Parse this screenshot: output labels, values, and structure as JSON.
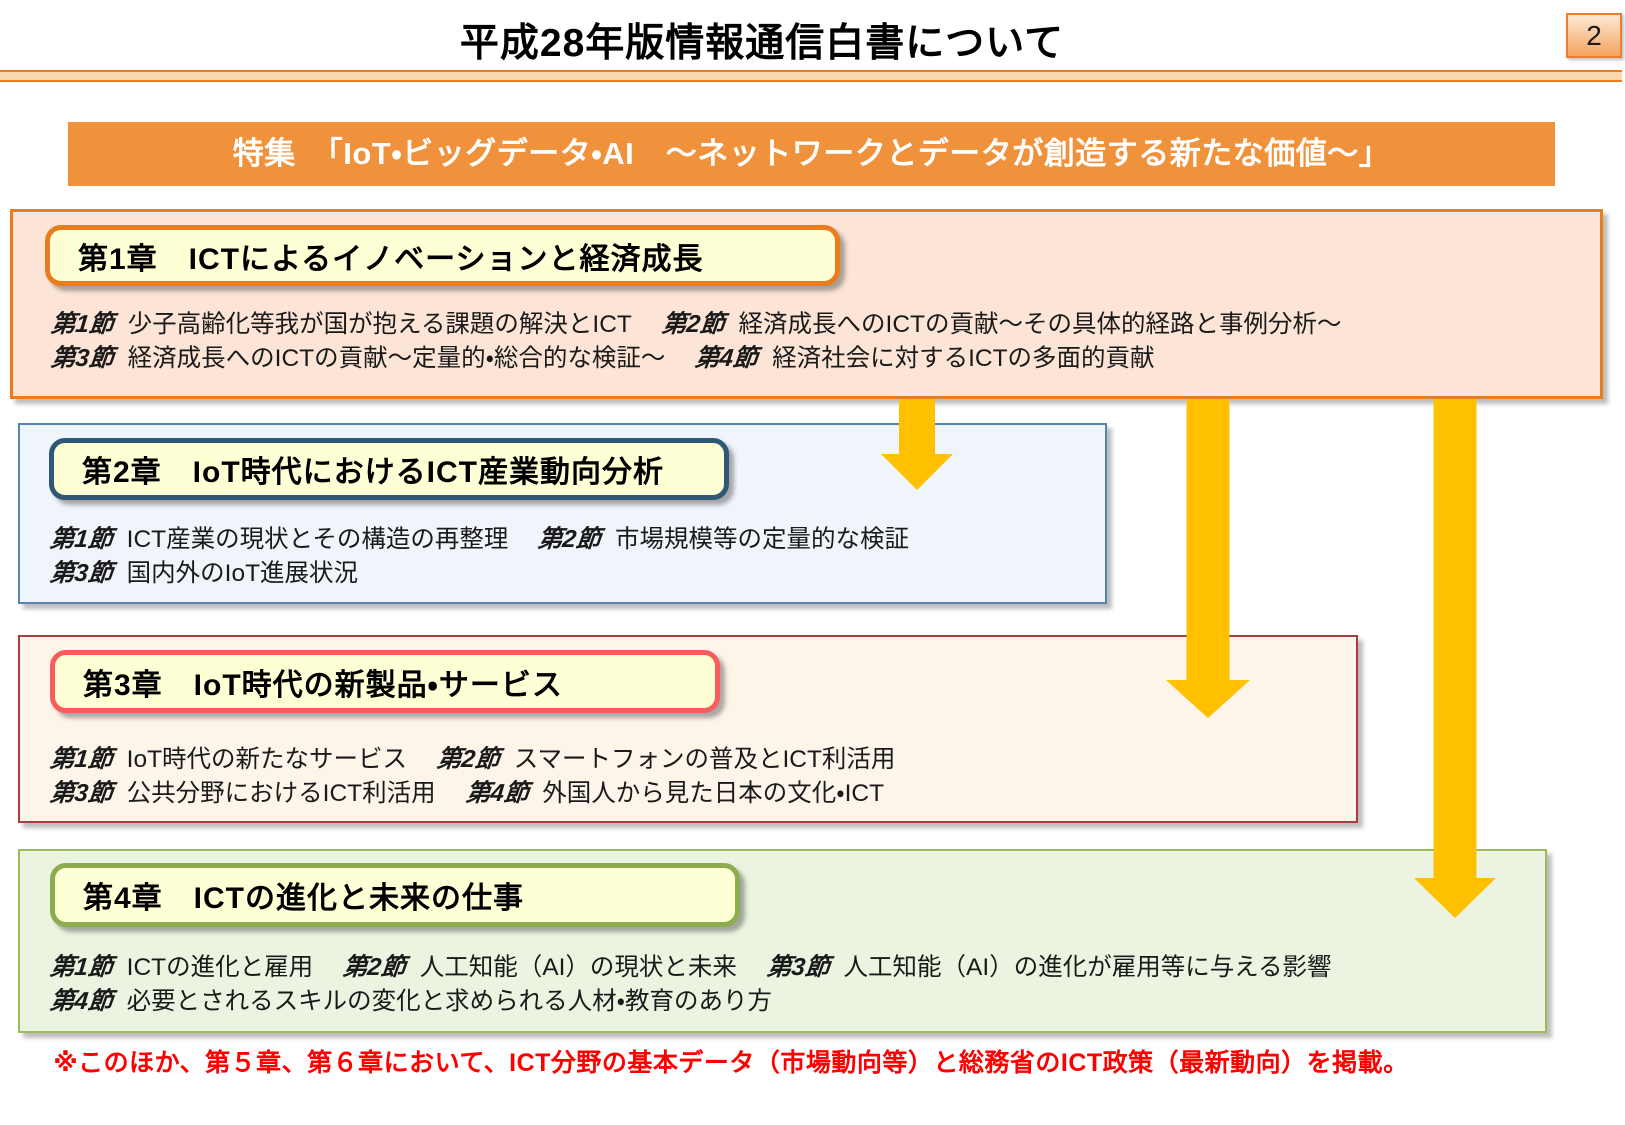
{
  "page": {
    "title": "平成28年版情報通信白書について",
    "page_number": "2",
    "banner": "特集　「IoT・ビッグデータ・AI　～ネットワークとデータが創造する新たな価値～」",
    "footnote": "※このほか、第５章、第６章において、ICT分野の基本データ（市場動向等）と総務省のICT政策（最新動向）を掲載。"
  },
  "colors": {
    "accent_orange": "#E87D1E",
    "banner_bg": "#F0913C",
    "banner_text": "#FFFFFF",
    "arrow": "#FFC000",
    "footnote_red": "#FF0000",
    "divider_fill": "#FBD8AE",
    "page_box_border": "#ED7D31",
    "page_box_bg_top": "#FCE8D4",
    "page_box_bg_bottom": "#F4A55F"
  },
  "chapters": [
    {
      "heading": "第1章　ICTによるイノベーションと経済成長",
      "colors": {
        "box_bg": "#FCE4D6",
        "box_border": "#E87D1E",
        "head_bg": "#FFFFD6",
        "head_border": "#E87D1E"
      },
      "lines": [
        [
          {
            "label": "第1節",
            "text": "少子高齢化等我が国が抱える課題の解決とICT"
          },
          {
            "label": "第2節",
            "text": "経済成長へのICTの貢献～その具体的経路と事例分析～"
          }
        ],
        [
          {
            "label": "第3節",
            "text": "経済成長へのICTの貢献～定量的・総合的な検証～"
          },
          {
            "label": "第4節",
            "text": "経済社会に対するICTの多面的貢献"
          }
        ]
      ]
    },
    {
      "heading": "第2章　IoT時代におけるICT産業動向分析",
      "colors": {
        "box_bg": "#F0F4FB",
        "box_border": "#5583B4",
        "head_bg": "#FFFFD6",
        "head_border": "#2F5876"
      },
      "lines": [
        [
          {
            "label": "第1節",
            "text": "ICT産業の現状とその構造の再整理"
          },
          {
            "label": "第2節",
            "text": "市場規模等の定量的な検証"
          }
        ],
        [
          {
            "label": "第3節",
            "text": "国内外のIoT進展状況"
          }
        ]
      ]
    },
    {
      "heading": "第3章　IoT時代の新製品・サービス",
      "colors": {
        "box_bg": "#FDF4EA",
        "box_border": "#A63E3E",
        "head_bg": "#FFFFD6",
        "head_border": "#F75D5D"
      },
      "lines": [
        [
          {
            "label": "第1節",
            "text": "IoT時代の新たなサービス"
          },
          {
            "label": "第2節",
            "text": "スマートフォンの普及とICT利活用"
          }
        ],
        [
          {
            "label": "第3節",
            "text": "公共分野におけるICT利活用"
          },
          {
            "label": "第4節",
            "text": "外国人から見た日本の文化・ICT"
          }
        ]
      ]
    },
    {
      "heading": "第4章　ICTの進化と未来の仕事",
      "colors": {
        "box_bg": "#EBF4E0",
        "box_border": "#9BBB59",
        "head_bg": "#FFFFD6",
        "head_border": "#8CAD4E"
      },
      "lines": [
        [
          {
            "label": "第1節",
            "text": "ICTの進化と雇用"
          },
          {
            "label": "第2節",
            "text": "人工知能（AI）の現状と未来"
          },
          {
            "label": "第3節",
            "text": "人工知能（AI）の進化が雇用等に与える影響"
          }
        ],
        [
          {
            "label": "第4節",
            "text": "必要とされるスキルの変化と求められる人材・教育のあり方"
          }
        ]
      ]
    }
  ]
}
